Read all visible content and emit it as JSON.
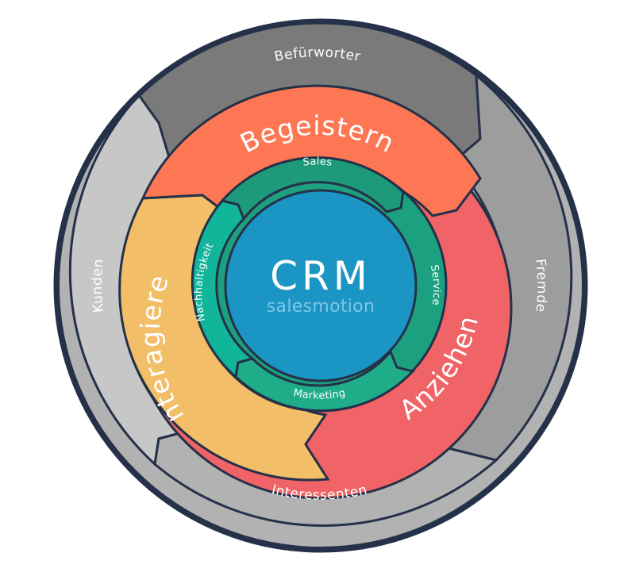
{
  "diagram": {
    "title": "CRM Flywheel",
    "center": {
      "title": "CRM",
      "brand": "salesmotion",
      "color": "#1b95c4"
    },
    "outer_ring": {
      "segments": [
        {
          "label": "Befürworter",
          "color": "#7a7a7a"
        },
        {
          "label": "Fremde",
          "color": "#9d9d9d"
        },
        {
          "label": "Interessenten",
          "color": "#b2b2b2"
        },
        {
          "label": "Kunden",
          "color": "#c7c7c7"
        }
      ]
    },
    "middle_ring": {
      "segments": [
        {
          "label": "Begeistern",
          "color": "#fe7755"
        },
        {
          "label": "Anziehen",
          "color": "#f06366"
        },
        {
          "label": "Interagieren",
          "color": "#f2be68"
        }
      ]
    },
    "inner_ring": {
      "segments": [
        {
          "label": "Sales",
          "color": "#1c9a7a"
        },
        {
          "label": "Service",
          "color": "#1ca080"
        },
        {
          "label": "Marketing",
          "color": "#1fad89"
        },
        {
          "label": "Nachhaltigkeit",
          "color": "#10b59a"
        }
      ]
    },
    "outline_color": "#243149"
  }
}
